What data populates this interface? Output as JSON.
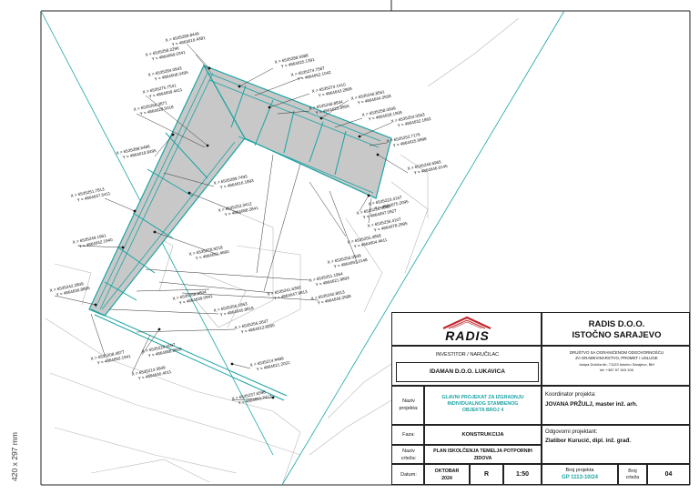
{
  "sheet": {
    "size_label": "420 x 297 mm"
  },
  "plan": {
    "callouts": [
      {
        "x": "X = 6535289.8449",
        "y": "Y = 4864616.4381"
      },
      {
        "x": "X = 6535288.5988",
        "y": "Y = 4864625.1391"
      },
      {
        "x": "X = 6535274.7587",
        "y": "Y = 4864652.1042"
      },
      {
        "x": "X = 6535274.1410",
        "y": "Y = 4864643.2869"
      },
      {
        "x": "X = 6535248.8834",
        "y": "Y = 4864623.8956"
      },
      {
        "x": "X = 6535246.8561",
        "y": "Y = 4864644.3558"
      },
      {
        "x": "X = 6535258.0949",
        "y": "Y = 4864628.1908"
      },
      {
        "x": "X = 6535254.0563",
        "y": "Y = 4864632.1862"
      },
      {
        "x": "X = 6535252.7176",
        "y": "Y = 4864625.9998"
      },
      {
        "x": "X = 6535249.6965",
        "y": "Y = 4864646.9145"
      },
      {
        "x": "X = 6535258.2296",
        "y": "Y = 4864669.0341"
      },
      {
        "x": "X = 6535284.0943",
        "y": "Y = 4864608.0495"
      },
      {
        "x": "X = 6535275.7541",
        "y": "Y = 4864609.4411"
      },
      {
        "x": "X = 6535266.3871",
        "y": "Y = 4864629.5018"
      },
      {
        "x": "X = 6535288.5486",
        "y": "Y = 4864619.8495"
      },
      {
        "x": "X = 6535289.7493",
        "y": "Y = 4864616.1893"
      },
      {
        "x": "X = 6535253.3412",
        "y": "Y = 4864688.2841"
      },
      {
        "x": "X = 6535251.7813",
        "y": "Y = 4864647.5411"
      },
      {
        "x": "X = 6535278.9218",
        "y": "Y = 4864651.4660"
      },
      {
        "x": "X = 6535249.1961",
        "y": "Y = 4864642.1940"
      },
      {
        "x": "X = 6535268.8804",
        "y": "Y = 4864639.0941"
      },
      {
        "x": "X = 6535242.2809",
        "y": "Y = 4864636.8895"
      },
      {
        "x": "X = 6535256.1863",
        "y": "Y = 4864645.8818"
      },
      {
        "x": "X = 6535256.2637",
        "y": "Y = 4864612.9290"
      },
      {
        "x": "X = 6535241.6393",
        "y": "Y = 4864647.9813"
      },
      {
        "x": "X = 6535251.1954",
        "y": "Y = 4864621.9893"
      },
      {
        "x": "X = 6535240.8913",
        "y": "Y = 4864649.3588"
      },
      {
        "x": "X = 6535256.0949",
        "y": "Y = 4864691.0148"
      },
      {
        "x": "X = 6535255.4858",
        "y": "Y = 4864604.4611"
      },
      {
        "x": "X = 6535256.9898",
        "y": "Y = 4864697.0927"
      },
      {
        "x": "X = 6535236.4107",
        "y": "Y = 4864678.2995"
      },
      {
        "x": "X = 6535223.4167",
        "y": "Y = 4864675.2095"
      },
      {
        "x": "X = 6535229.0007",
        "y": "Y = 4864688.8609"
      },
      {
        "x": "X = 6535208.4877",
        "y": "Y = 4864693.1941"
      },
      {
        "x": "X = 6535214.3949",
        "y": "Y = 4864640.4011"
      },
      {
        "x": "X = 6535214.9489",
        "y": "Y = 4864621.2031"
      },
      {
        "x": "X = 6535237.6598",
        "y": "Y = 4864651.7413"
      }
    ]
  },
  "title_block": {
    "logo_text": "RADIS",
    "company_name": "RADIS D.O.O.",
    "company_city": "ISTOČNO SARAJEVO",
    "company_desc_1": "DRUŠTVO SA OGRANIČENOM ODGOVORNOŠĆU",
    "company_desc_2": "ZA GRAĐEVINARSTVO, PROMET I USLUGE",
    "company_address": "Josipa Dubića bb, 71123 Istočno Sarajevo, BiH",
    "company_phone": "tel: +387 57 343 106",
    "investor_label": "INVESTITOR / NARUČILAC",
    "investor_value": "IDAMAN D.O.O. LUKAVICA",
    "coordinator_label": "Koordinator projekta:",
    "coordinator_value": "JOVANA PRŽULJ, master inž. arh.",
    "project_label_1": "Naziv",
    "project_label_2": "projekta:",
    "project_value_1": "GLAVNI PROJEKAT ZA IZGRADNJU",
    "project_value_2": "INDIVIDUALNOG STAMBENOG",
    "project_value_3": "OBJEKTA BROJ 4",
    "responsible_label": "Odgovorni projektant:",
    "responsible_value": "Zlatibor Kurucić, dipl. inž. građ.",
    "phase_label": "Faza:",
    "phase_value": "KONSTRUKCIJA",
    "drawing_label_1": "Naziv",
    "drawing_label_2": "crteža:",
    "drawing_value_1": "PLAN ISKOLČENJA TEMELJA POTPORNIH",
    "drawing_value_2": "ZIDOVA",
    "date_label": "Datum:",
    "date_value_1": "OKTOBAR",
    "date_value_2": "2024",
    "scale_letter": "R",
    "scale_value": "1:50",
    "project_no_label": "Broj projekta",
    "project_no_value": "GP 1113-10/24",
    "drawing_no_label_1": "Broj",
    "drawing_no_label_2": "crteža",
    "drawing_no_value": "04"
  }
}
